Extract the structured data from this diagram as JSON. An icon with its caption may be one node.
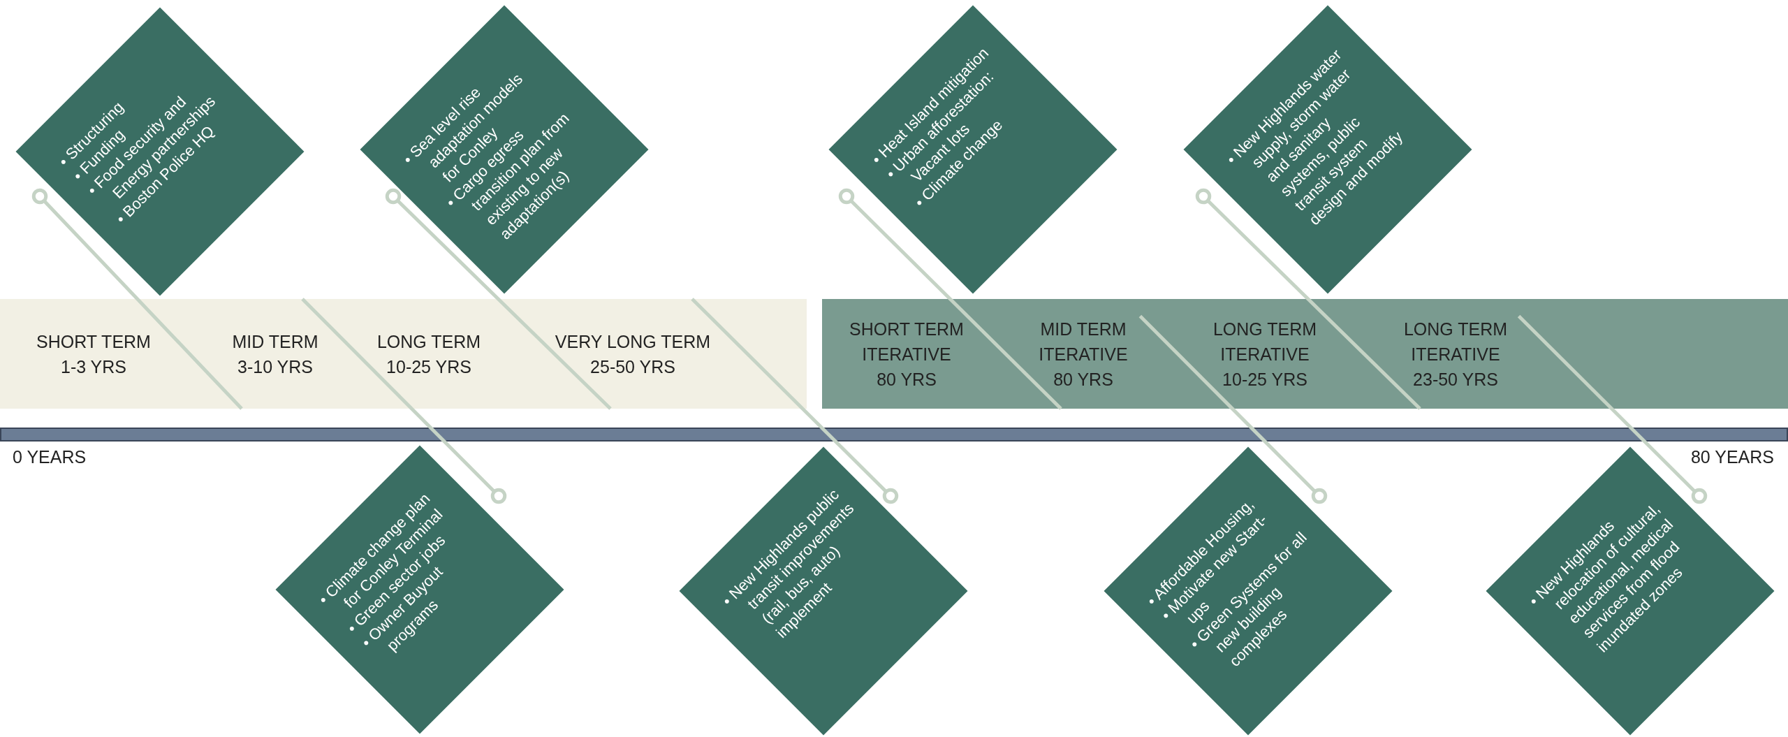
{
  "diagram": {
    "nodes": [
      {
        "text": [],
        "shape": "bar"
      },
      {
        "text": [
          "SHORT TERM",
          "1-3 YRS"
        ],
        "in": 0
      },
      {
        "text": [
          "MID TERM",
          "3-10 YRS"
        ],
        "in": 0
      },
      {
        "text": [
          "LONG TERM",
          "10-25 YRS"
        ],
        "in": 0
      },
      {
        "text": [
          "VERY LONG TERM",
          "25-50 YRS"
        ],
        "in": 0
      },
      {
        "text": [],
        "shape": "bar"
      },
      {
        "text": [
          "SHORT TERM ITERATIVE",
          "80 YRS"
        ],
        "in": 5
      },
      {
        "text": [
          "MID TERM ITERATIVE",
          "80 YRS"
        ],
        "in": 5
      },
      {
        "text": [
          "LONG TERM ITERATIVE",
          "10-25 YRS"
        ],
        "in": 5
      },
      {
        "text": [
          "LONG TERM ITERATIVE",
          "23-50 YRS"
        ],
        "in": 5
      },
      {
        "text": [
          "• Structuring",
          "• Funding",
          "• Food security and Energy partnerships",
          "• Boston Police HQ"
        ]
      },
      {
        "text": [
          "• Sea level rise adaptation models for Conley",
          "• Cargo egress transition plan from existing to new adaptation(s)"
        ]
      },
      {
        "text": [
          "• Heat Island mitigation",
          "• Urban afforestation: Vacant lots",
          "• Climate change"
        ]
      },
      {
        "text": [
          "• New Highlands water supply, storm water and sanitary systems, public transit system design and modify"
        ]
      },
      {
        "text": [
          "• Climate change plan for Conley Terminal",
          "• Green sector jobs",
          "• Owner Buyout programs"
        ]
      },
      {
        "text": [
          "• New Highlands public transit improvements (rail, bus, auto) implement"
        ]
      },
      {
        "text": [
          "• Affordable Housing,",
          "• Motivate new Start-ups",
          "• Green Systems for all new building complexes"
        ]
      },
      {
        "text": [
          "• New Highlands relocation of cultural, educational, medical services from flood inundated zones"
        ]
      },
      {
        "text": [],
        "shape": "bar"
      }
    ],
    "edges": [
      {
        "from": 10,
        "to": 0,
        "arrow": "other"
      },
      {
        "from": 11,
        "to": 0,
        "arrow": "other"
      },
      {
        "from": 12,
        "to": 5,
        "arrow": "other"
      },
      {
        "from": 13,
        "to": 5,
        "arrow": "other"
      },
      {
        "from": 14,
        "to": 0,
        "arrow": "other"
      },
      {
        "from": 15,
        "to": 0,
        "arrow": "other"
      },
      {
        "from": 16,
        "to": 7,
        "arrow": "other"
      },
      {
        "from": 17,
        "to": 9,
        "arrow": "other"
      }
    ],
    "labels": [
      "0 YEARS",
      "80 YEARS"
    ]
  }
}
